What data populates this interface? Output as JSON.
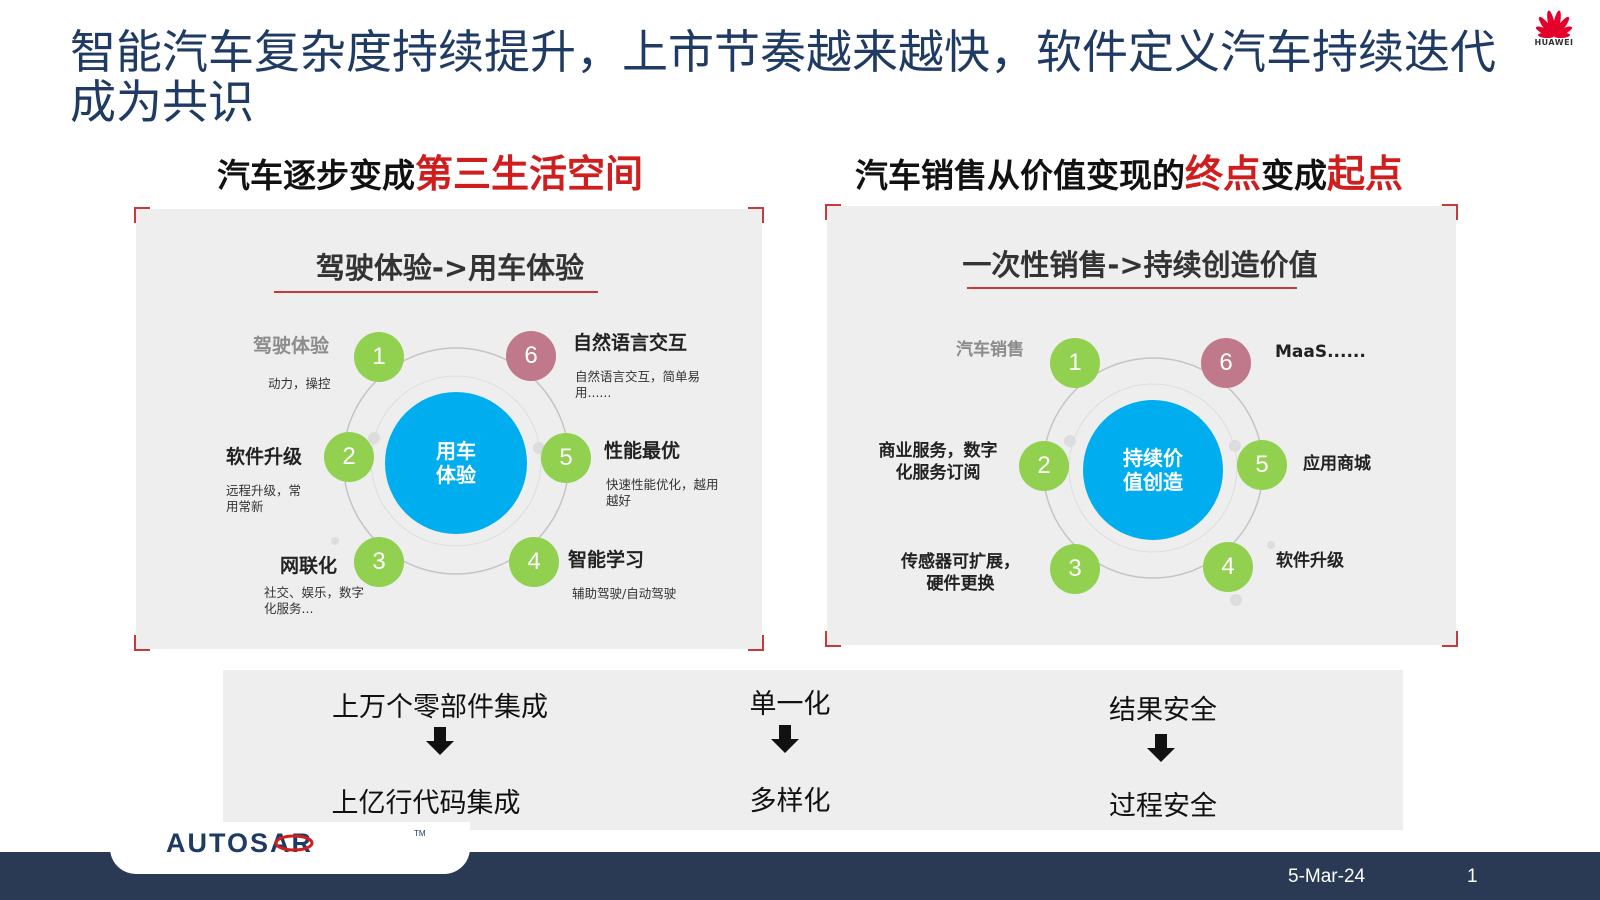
{
  "title": {
    "line1": "智能汽车复杂度持续提升，上市节奏越来越快，软件定义汽车持续迭代",
    "line2": "成为共识"
  },
  "logo": {
    "text": "HUAWEI",
    "icon": "huawei-petal-icon"
  },
  "left": {
    "heading_plain": "汽车逐步变成",
    "heading_red": "第三生活空间",
    "panel_title": "驾驶体验->用车体验",
    "center": "用车体验",
    "nodes": [
      {
        "num": "1",
        "label": "驾驶体验",
        "sub": "动力，操控"
      },
      {
        "num": "2",
        "label": "软件升级",
        "sub": "远程升级，常用常新"
      },
      {
        "num": "3",
        "label": "网联化",
        "sub": "社交、娱乐，数字化服务..."
      },
      {
        "num": "4",
        "label": "智能学习",
        "sub": "辅助驾驶/自动驾驶"
      },
      {
        "num": "5",
        "label": "性能最优",
        "sub": "快速性能优化，越用越好"
      },
      {
        "num": "6",
        "label": "自然语言交互",
        "sub": "自然语言交互，简单易用......"
      }
    ]
  },
  "right": {
    "heading_plain1": "汽车销售从价值变现的",
    "heading_red1": "终点",
    "heading_plain2": "变成",
    "heading_red2": "起点",
    "panel_title": "一次性销售->持续创造价值",
    "center": "持续价值创造",
    "nodes": [
      {
        "num": "1",
        "label": "汽车销售"
      },
      {
        "num": "2",
        "label": "商业服务，数字化服务订阅"
      },
      {
        "num": "3",
        "label": "传感器可扩展，硬件更换"
      },
      {
        "num": "4",
        "label": "软件升级"
      },
      {
        "num": "5",
        "label": "应用商城"
      },
      {
        "num": "6",
        "label": "MaaS......"
      }
    ]
  },
  "bottom": [
    {
      "from": "上万个零部件集成",
      "to": "上亿行代码集成"
    },
    {
      "from": "单一化",
      "to": "多样化"
    },
    {
      "from": "结果安全",
      "to": "过程安全"
    }
  ],
  "footer": {
    "brand": "AUTOSAR",
    "tm": "TM",
    "date": "5-Mar-24",
    "page": "1"
  },
  "colors": {
    "title": "#1f3b63",
    "accent_red": "#d01d1d",
    "node_green": "#92d050",
    "node_rose": "#c0798a",
    "center_blue": "#00aeef",
    "footer": "#2a3a55"
  }
}
